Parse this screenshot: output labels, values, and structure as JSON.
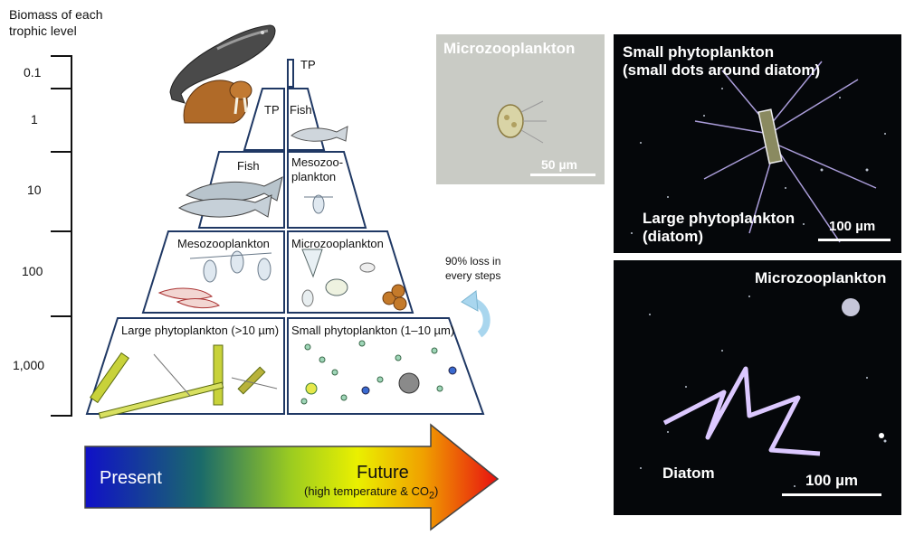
{
  "axis": {
    "title_line1": "Biomass of each",
    "title_line2": "trophic level",
    "ticks": [
      "0.1",
      "1",
      "10",
      "100",
      "1,000"
    ]
  },
  "pyramid": {
    "top": "TP",
    "tier2_left": "TP",
    "tier2_right": "Fish",
    "tier3_left": "Fish",
    "tier3_right_line1": "Mesozoo-",
    "tier3_right_line2": "plankton",
    "tier4_left": "Mesozooplankton",
    "tier4_right": "Microzooplankton",
    "tier5_left": "Large phytoplankton (>10 µm)",
    "tier5_right": "Small phytoplankton (1–10 µm)"
  },
  "loss_note": {
    "line1": "90% loss in",
    "line2": "every steps"
  },
  "arrow": {
    "present": "Present",
    "future": "Future",
    "future_sub": "(high temperature & CO",
    "future_sub_subscript": "2",
    "future_sub_end": ")"
  },
  "photos": {
    "top_left": {
      "title": "Microzooplankton",
      "scale": "50 µm"
    },
    "top_right": {
      "title_line1": "Small phytoplankton",
      "title_line2": "(small dots around diatom)",
      "label_line1": "Large phytoplankton",
      "label_line2": "(diatom)",
      "scale": "100 µm"
    },
    "bottom_right": {
      "title": "Microzooplankton",
      "label": "Diatom",
      "scale": "100 µm"
    }
  },
  "colors": {
    "pyramid_stroke": "#1f3864",
    "arrow_start": "#1010c8",
    "arrow_mid": "#e8f000",
    "arrow_end": "#e81010",
    "loss_arrow": "#a9d6ee"
  }
}
